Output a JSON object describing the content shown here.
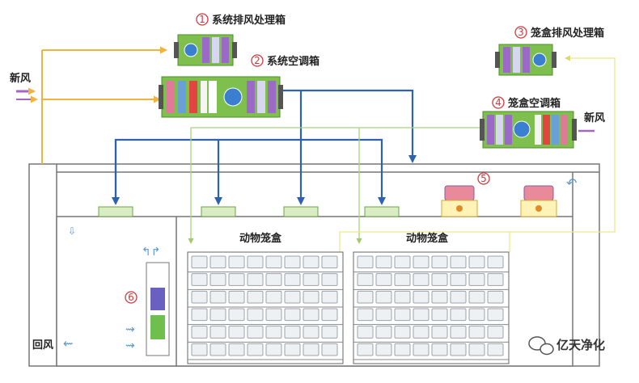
{
  "labels": {
    "system_exhaust": "系统排风处理箱",
    "system_ahu": "系统空调箱",
    "cage_exhaust": "笼盒排风处理箱",
    "cage_ahu": "笼盒空调箱",
    "fresh_air_left": "新风",
    "fresh_air_right": "新风",
    "return_air": "回风",
    "animal_cage_1": "动物笼盒",
    "animal_cage_2": "动物笼盒"
  },
  "numbers": {
    "n1": "1",
    "n2": "2",
    "n3": "3",
    "n4": "4",
    "n5": "5",
    "n6": "6"
  },
  "watermark": {
    "text": "亿天净化",
    "icon": "wechat-icon"
  },
  "colors": {
    "fresh_air_line": "#f0b43c",
    "supply_air_line": "#2f62ad",
    "exhaust_line": "#a7d47a",
    "cage_line": "#e9ea8c",
    "frame_line": "#777777",
    "unit_green": "#7fbf4d",
    "number_red": "#d1383d"
  }
}
